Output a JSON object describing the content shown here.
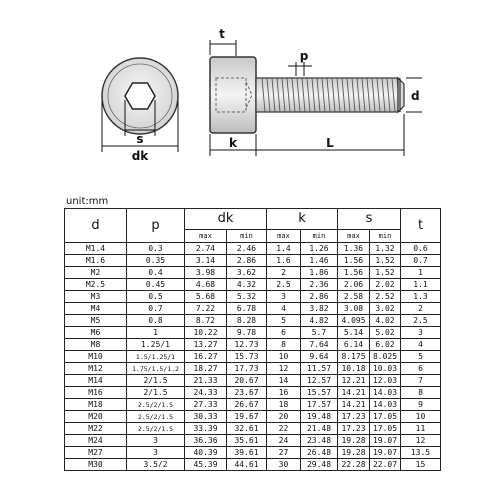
{
  "drawing": {
    "labels": {
      "t": "t",
      "p": "p",
      "d": "d",
      "s": "s",
      "dk": "dk",
      "k": "k",
      "L": "L"
    }
  },
  "unit": "unit:mm",
  "table": {
    "headers": {
      "d": "d",
      "p": "p",
      "dk": "dk",
      "k": "k",
      "s": "s",
      "t": "t"
    },
    "sub": {
      "max": "max",
      "min": "min"
    },
    "rows": [
      [
        "M1.4",
        "0.3",
        "2.74",
        "2.46",
        "1.4",
        "1.26",
        "1.36",
        "1.32",
        "0.6"
      ],
      [
        "M1.6",
        "0.35",
        "3.14",
        "2.86",
        "1.6",
        "1.46",
        "1.56",
        "1.52",
        "0.7"
      ],
      [
        "M2",
        "0.4",
        "3.98",
        "3.62",
        "2",
        "1.86",
        "1.56",
        "1.52",
        "1"
      ],
      [
        "M2.5",
        "0.45",
        "4.68",
        "4.32",
        "2.5",
        "2.36",
        "2.06",
        "2.02",
        "1.1"
      ],
      [
        "M3",
        "0.5",
        "5.68",
        "5.32",
        "3",
        "2.86",
        "2.58",
        "2.52",
        "1.3"
      ],
      [
        "M4",
        "0.7",
        "7.22",
        "6.78",
        "4",
        "3.82",
        "3.08",
        "3.02",
        "2"
      ],
      [
        "M5",
        "0.8",
        "8.72",
        "8.28",
        "5",
        "4.82",
        "4.095",
        "4.02",
        "2.5"
      ],
      [
        "M6",
        "1",
        "10.22",
        "9.78",
        "6",
        "5.7",
        "5.14",
        "5.02",
        "3"
      ],
      [
        "M8",
        "1.25/1",
        "13.27",
        "12.73",
        "8",
        "7.64",
        "6.14",
        "6.02",
        "4"
      ],
      [
        "M10",
        "1.5/1.25/1",
        "16.27",
        "15.73",
        "10",
        "9.64",
        "8.175",
        "8.025",
        "5"
      ],
      [
        "M12",
        "1.75/1.5/1.2",
        "18.27",
        "17.73",
        "12",
        "11.57",
        "10.18",
        "10.03",
        "6"
      ],
      [
        "M14",
        "2/1.5",
        "21.33",
        "20.67",
        "14",
        "12.57",
        "12.21",
        "12.03",
        "7"
      ],
      [
        "M16",
        "2/1.5",
        "24.33",
        "23.67",
        "16",
        "15.57",
        "14.21",
        "14.03",
        "8"
      ],
      [
        "M18",
        "2.5/2/1.5",
        "27.33",
        "26.67",
        "18",
        "17.57",
        "14.21",
        "14.03",
        "9"
      ],
      [
        "M20",
        "2.5/2/1.5",
        "30.33",
        "19.67",
        "20",
        "19.48",
        "17.23",
        "17.05",
        "10"
      ],
      [
        "M22",
        "2.5/2/1.5",
        "33.39",
        "32.61",
        "22",
        "21.48",
        "17.23",
        "17.05",
        "11"
      ],
      [
        "M24",
        "3",
        "36.36",
        "35.61",
        "24",
        "23.48",
        "19.28",
        "19.07",
        "12"
      ],
      [
        "M27",
        "3",
        "40.39",
        "39.61",
        "27",
        "26.48",
        "19.28",
        "19.07",
        "13.5"
      ],
      [
        "M30",
        "3.5/2",
        "45.39",
        "44.61",
        "30",
        "29.48",
        "22.28",
        "22.07",
        "15"
      ]
    ]
  }
}
